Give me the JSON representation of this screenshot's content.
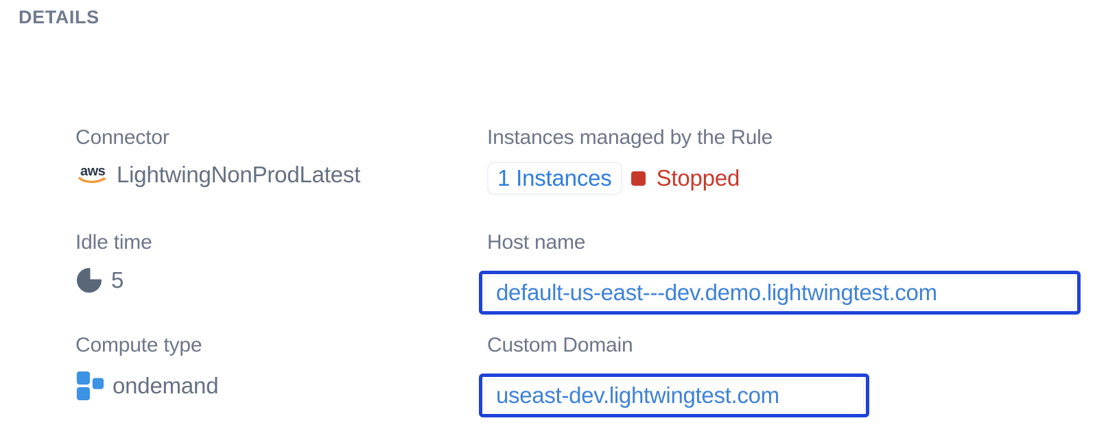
{
  "header": {
    "title": "DETAILS"
  },
  "colors": {
    "label_gray": "#6e7689",
    "value_gray": "#667082",
    "link_blue": "#2e7ce0",
    "focus_border_blue": "#1e43d8",
    "url_text_blue": "#3e82d8",
    "status_stopped_red": "#c8392b",
    "aws_navy": "#2b3648",
    "aws_orange": "#f19a3e",
    "compute_blue": "#3c92e4",
    "idle_icon_slate": "#5a6779"
  },
  "details": {
    "connector": {
      "label": "Connector",
      "value": "LightwingNonProdLatest",
      "icon": "aws-icon"
    },
    "idle_time": {
      "label": "Idle time",
      "value": "5",
      "icon": "pie-chart-icon"
    },
    "compute_type": {
      "label": "Compute type",
      "value": "ondemand",
      "icon": "compute-blocks-icon"
    },
    "instances": {
      "label": "Instances managed by the Rule",
      "count_link": "1 Instances",
      "status": "Stopped"
    },
    "host_name": {
      "label": "Host name",
      "value": "default-us-east---dev.demo.lightwingtest.com"
    },
    "custom_domain": {
      "label": "Custom Domain",
      "value": "useast-dev.lightwingtest.com"
    }
  }
}
